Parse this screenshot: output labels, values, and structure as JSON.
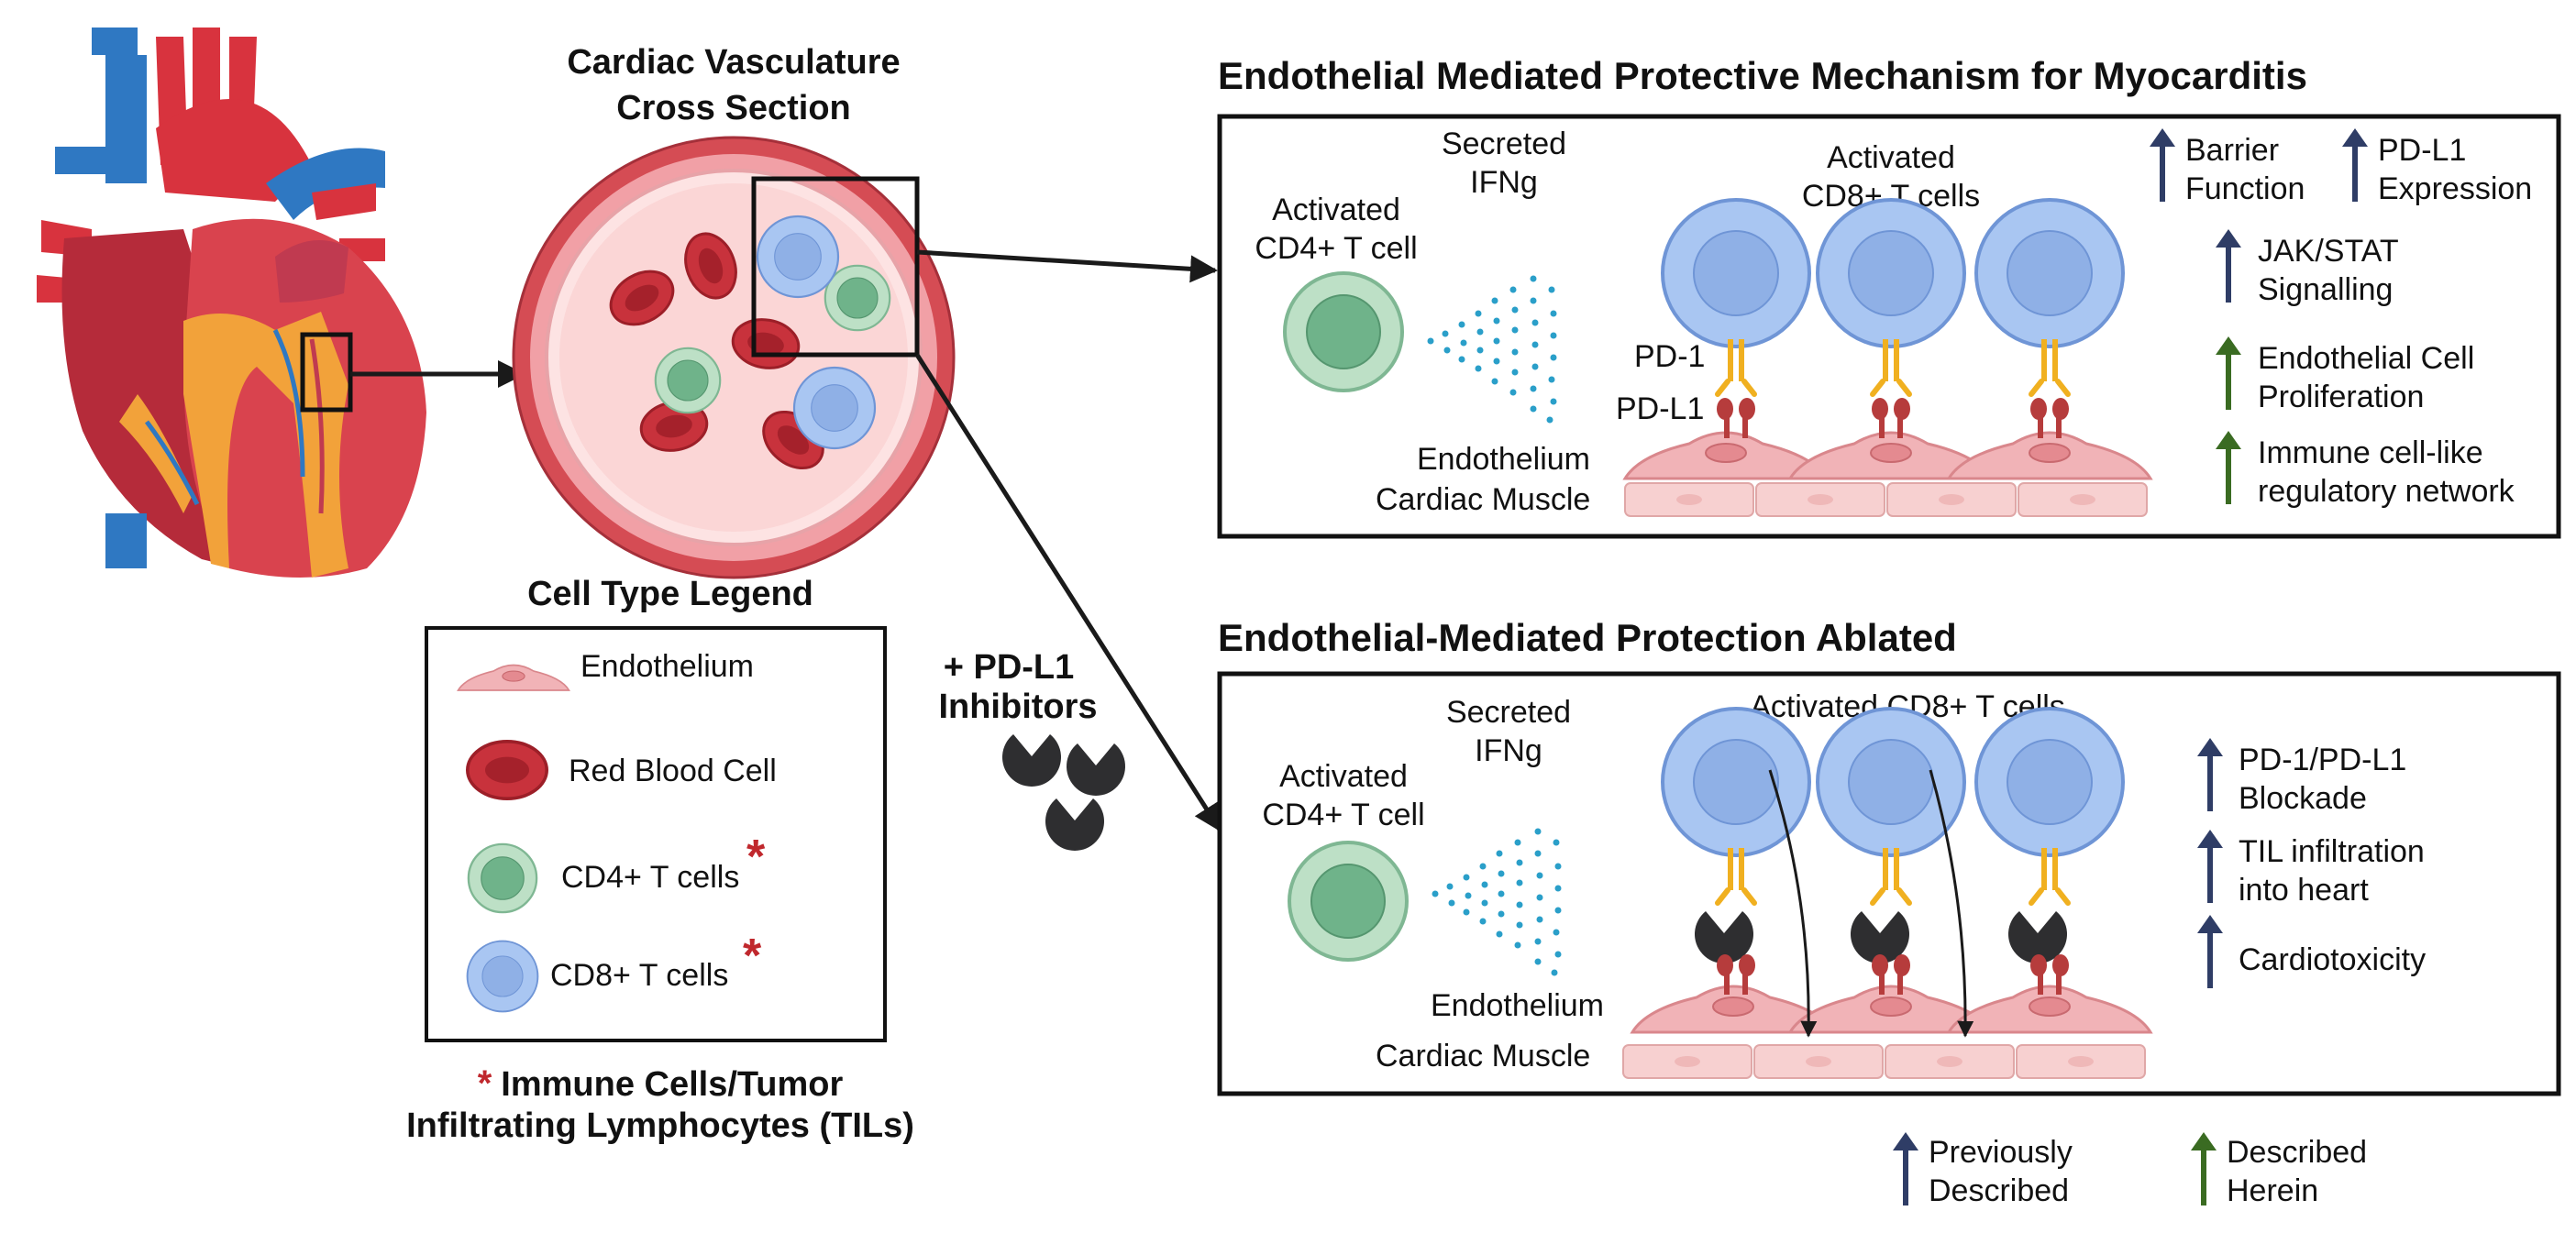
{
  "vessel": {
    "title_line1": "Cardiac Vasculature",
    "title_line2": "Cross Section"
  },
  "legend": {
    "title": "Cell Type Legend",
    "items": [
      {
        "label": "Endothelium",
        "starred": false
      },
      {
        "label": "Red Blood Cell",
        "starred": false
      },
      {
        "label": "CD4+ T cells",
        "starred": true
      },
      {
        "label": "CD8+ T cells",
        "starred": true
      }
    ],
    "star": "*",
    "footnote_line1": "Immune Cells/Tumor",
    "footnote_line2": "Infiltrating Lymphocytes (TILs)"
  },
  "inhibitor": {
    "line1": "+ PD-L1",
    "line2": "Inhibitors"
  },
  "top_panel": {
    "title": "Endothelial Mediated Protective Mechanism for Myocarditis",
    "cd4_line1": "Activated",
    "cd4_line2": "CD4+ T cell",
    "ifng_line1": "Secreted",
    "ifng_line2": "IFNg",
    "cd8_line1": "Activated",
    "cd8_line2": "CD8+ T cells",
    "pd1": "PD-1",
    "pdl1": "PD-L1",
    "endothelium": "Endothelium",
    "muscle": "Cardiac Muscle",
    "effects": [
      {
        "line1": "Barrier",
        "line2": "Function",
        "color": "#2f3d66"
      },
      {
        "line1": "PD-L1",
        "line2": "Expression",
        "color": "#2f3d66"
      },
      {
        "line1": "JAK/STAT",
        "line2": "Signalling",
        "color": "#2f3d66"
      },
      {
        "line1": "Endothelial Cell",
        "line2": "Proliferation",
        "color": "#3a6b22"
      },
      {
        "line1": "Immune cell-like",
        "line2": "regulatory network",
        "color": "#3a6b22"
      }
    ]
  },
  "bottom_panel": {
    "title": "Endothelial-Mediated Protection Ablated",
    "cd4_line1": "Activated",
    "cd4_line2": "CD4+ T cell",
    "ifng_line1": "Secreted",
    "ifng_line2": "IFNg",
    "cd8_label": "Activated CD8+ T cells",
    "endothelium": "Endothelium",
    "muscle": "Cardiac Muscle",
    "effects": [
      {
        "line1": "PD-1/PD-L1",
        "line2": "Blockade",
        "color": "#2f3d66"
      },
      {
        "line1": "TIL infiltration",
        "line2": "into heart",
        "color": "#2f3d66"
      },
      {
        "line1": "Cardiotoxicity",
        "line2": "",
        "color": "#2f3d66"
      }
    ]
  },
  "key": [
    {
      "line1": "Previously",
      "line2": "Described",
      "color": "#2f3d66"
    },
    {
      "line1": "Described",
      "line2": "Herein",
      "color": "#3a6b22"
    }
  ]
}
